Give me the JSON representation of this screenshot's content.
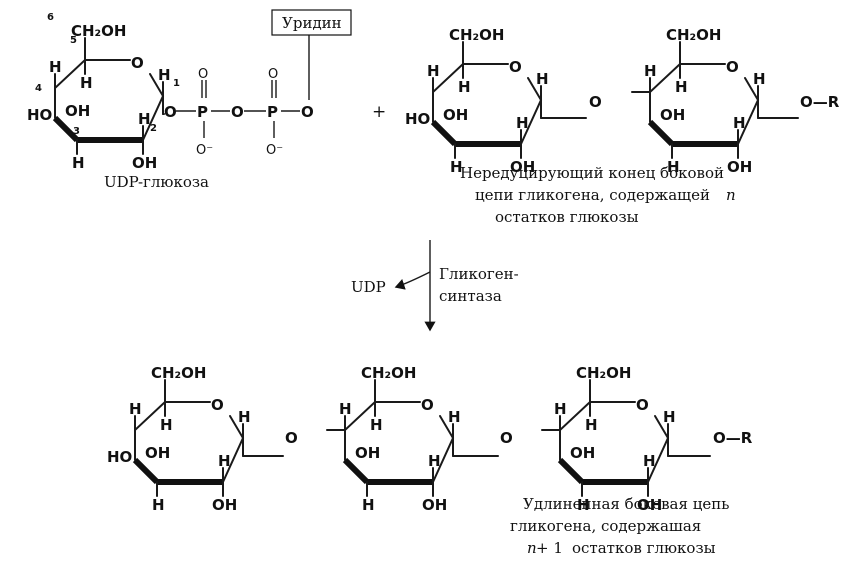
{
  "reaction": {
    "uridine_label": "Уридин",
    "udp_glucose_label": "UDP-глюкоза",
    "plus": "+",
    "primer_caption": [
      "Нередуцирующий конец боковой",
      "цепи гликогена, содержащей",
      "остатков глюкозы"
    ],
    "primer_n": "n",
    "enzyme_lines": [
      "Гликоген-",
      "синтаза"
    ],
    "byproduct": "UDP",
    "product_caption": [
      "Удлиненная боковая цепь",
      "гликогена,  содержашая",
      "остатков глюкозы"
    ],
    "product_n": "n",
    "product_n_suffix": " + 1",
    "ring_numbers": {
      "c1": "1",
      "c2": "2",
      "c3": "3",
      "c4": "4",
      "c5": "5",
      "c6": "6"
    }
  },
  "atoms": {
    "ch2oh": "CH₂OH",
    "oh": "OH",
    "ho": "HO",
    "h": "H",
    "o": "O",
    "p": "P",
    "o_minus": "O⁻",
    "o_r": "O—R"
  }
}
